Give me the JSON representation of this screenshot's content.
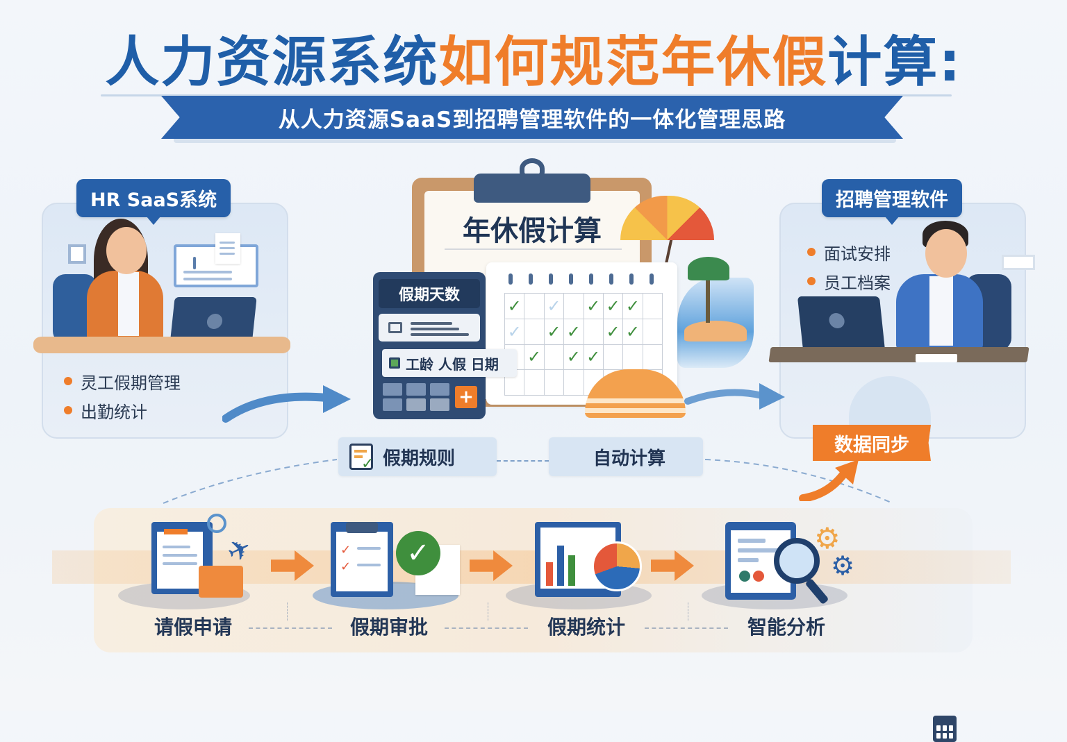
{
  "header": {
    "title_part_blue_1": "人力资源系统",
    "title_part_orange": "如何规范年休假",
    "title_part_blue_2": "计算:",
    "subtitle": "从人力资源SaaS到招聘管理软件的一体化管理思路"
  },
  "left_panel": {
    "label": "HR SaaS系统",
    "bullets": [
      "灵工假期管理",
      "出勤统计"
    ]
  },
  "right_panel": {
    "label": "招聘管理软件",
    "bullets": [
      "面试安排",
      "员工档案"
    ]
  },
  "center": {
    "clipboard_title": "年休假计算",
    "calculator_title": "假期天数",
    "calculator_field": "工龄 人假 日期",
    "calculator_plus": "+",
    "calendar_checks": [
      [
        "✓",
        "",
        "✓",
        "",
        "✓",
        "✓",
        "✓",
        ""
      ],
      [
        "✓",
        "",
        "✓",
        "✓",
        "",
        "✓",
        "✓",
        ""
      ],
      [
        "",
        "✓",
        "",
        "✓",
        "✓",
        "",
        "",
        ""
      ],
      [
        "",
        "",
        "",
        "",
        "",
        "",
        "",
        ""
      ]
    ],
    "calendar_faint": [
      [
        0,
        2
      ],
      [
        1,
        0
      ]
    ]
  },
  "features": {
    "rules_label": "假期规则",
    "auto_calc_label": "自动计算",
    "sync_label": "数据同步"
  },
  "flow": {
    "steps": [
      {
        "label": "请假申请",
        "icon": "leave-request-icon"
      },
      {
        "label": "假期审批",
        "icon": "approval-clipboard-icon"
      },
      {
        "label": "假期统计",
        "icon": "statistics-chart-icon"
      },
      {
        "label": "智能分析",
        "icon": "analysis-magnifier-icon"
      }
    ]
  },
  "colors": {
    "primary_blue": "#1f5ea8",
    "ribbon_blue": "#2b62ad",
    "accent_orange": "#ef7d2a",
    "dark_navy": "#233756",
    "check_green": "#3f8f3d"
  }
}
